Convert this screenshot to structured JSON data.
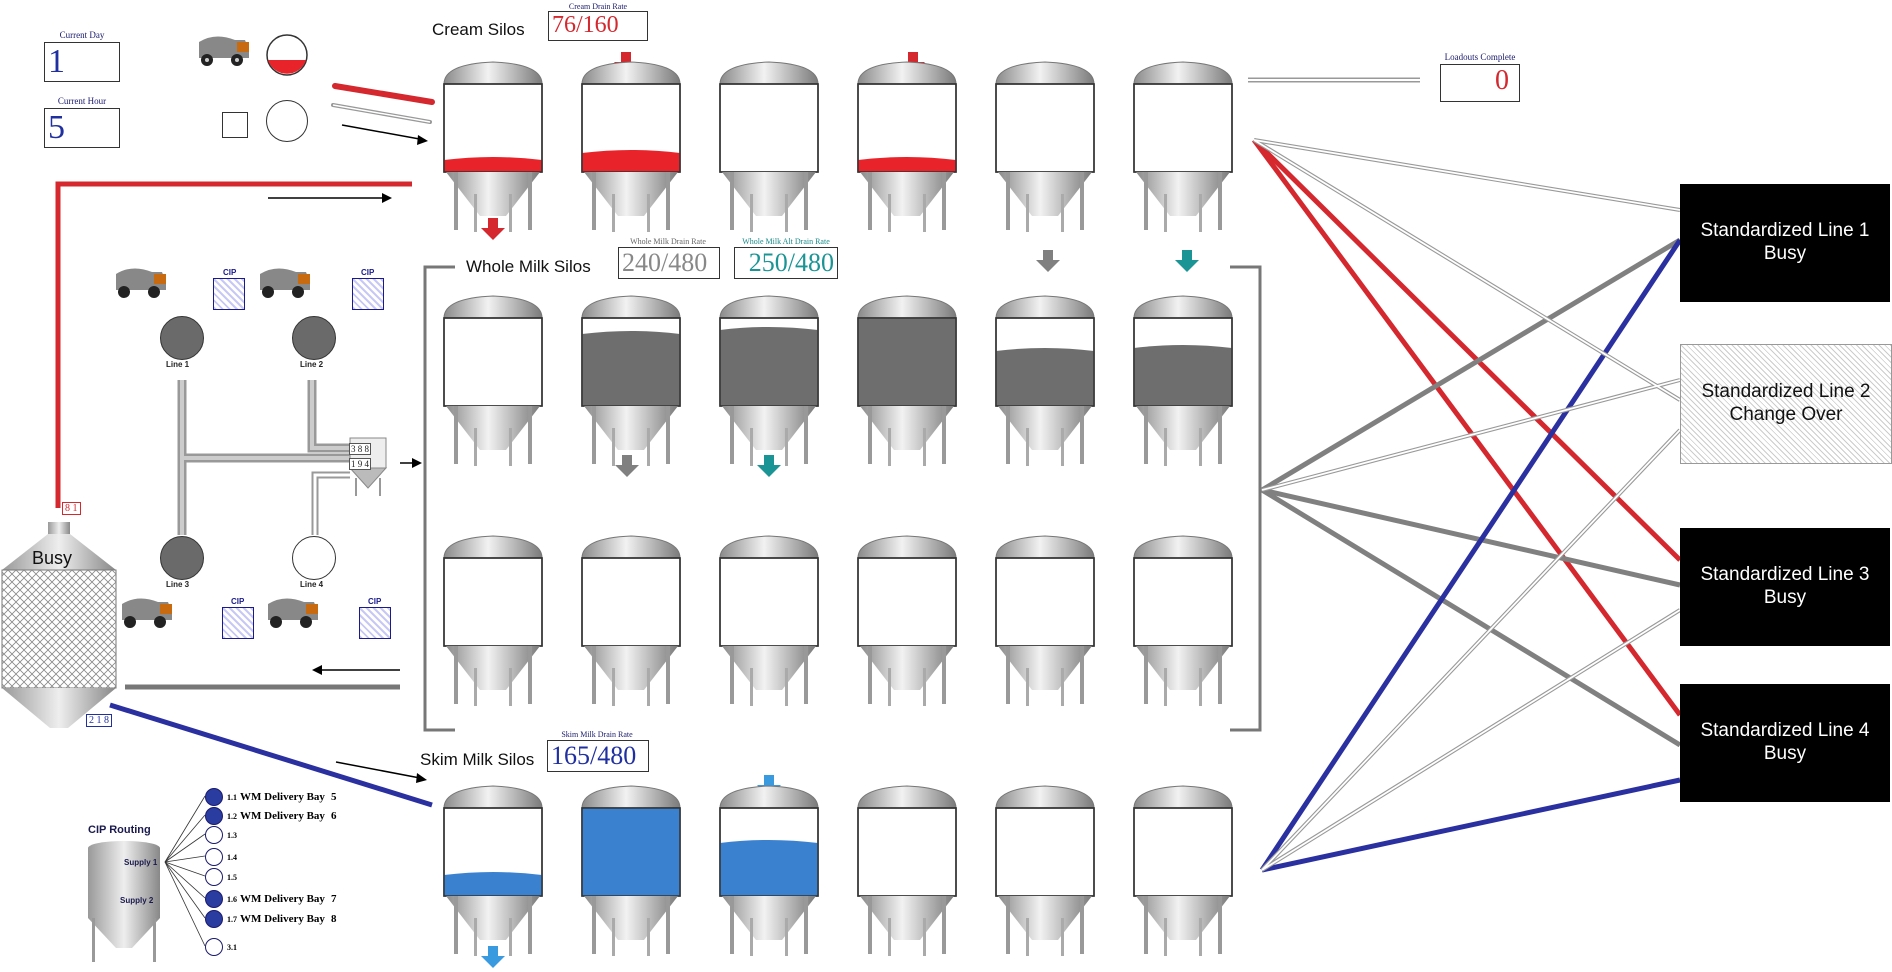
{
  "status": {
    "current_day_label": "Current Day",
    "current_day": "1",
    "current_hour_label": "Current Hour",
    "current_hour": "5",
    "loadouts_label": "Loadouts Complete",
    "loadouts": "0"
  },
  "cream": {
    "title": "Cream Silos",
    "drain_label": "Cream Drain Rate",
    "drain_rate": "76/160",
    "fill_levels": [
      0.14,
      0.22,
      0,
      0.14,
      0,
      0
    ],
    "color": "#e8232a"
  },
  "whole_milk": {
    "title": "Whole Milk Silos",
    "drain_label": "Whole Milk Drain Rate",
    "drain_rate": "240/480",
    "alt_drain_label": "Whole Milk Alt Drain Rate",
    "alt_drain_rate": "250/480",
    "row1_fill_levels": [
      0,
      0.82,
      0.86,
      1.0,
      0.62,
      0.66
    ],
    "row2_fill_levels": [
      0,
      0,
      0,
      0,
      0,
      0
    ],
    "color": "#6e6e6e"
  },
  "skim": {
    "title": "Skim Milk Silos",
    "drain_label": "Skim Milk Drain Rate",
    "drain_rate": "165/480",
    "fill_levels": [
      0.24,
      1.0,
      0.6,
      0,
      0,
      0
    ],
    "color": "#3a82d0"
  },
  "receiving": {
    "lines": [
      "Line 1",
      "Line 2",
      "Line 3",
      "Line 4"
    ],
    "cip_label": "CIP",
    "busy_label": "Busy",
    "red_counter": "8 1",
    "blue_counter": "2 1 8",
    "counter_rows": [
      "3 8 8",
      "1 9 4"
    ]
  },
  "standardized_lines": [
    {
      "name": "Standardized Line 1",
      "status": "Busy"
    },
    {
      "name": "Standardized Line 2",
      "status": "Change Over"
    },
    {
      "name": "Standardized Line 3",
      "status": "Busy"
    },
    {
      "name": "Standardized Line 4",
      "status": "Busy"
    }
  ],
  "cip_routing": {
    "title": "CIP Routing",
    "supply1": "Supply 1",
    "supply2": "Supply 2",
    "items": [
      {
        "id": "1.1",
        "label": "WM Delivery Bay",
        "num": "5",
        "active": true
      },
      {
        "id": "1.2",
        "label": "WM Delivery Bay",
        "num": "6",
        "active": true
      },
      {
        "id": "1.3",
        "label": "",
        "num": "",
        "active": false
      },
      {
        "id": "1.4",
        "label": "",
        "num": "",
        "active": false
      },
      {
        "id": "1.5",
        "label": "",
        "num": "",
        "active": false
      },
      {
        "id": "1.6",
        "label": "WM Delivery Bay",
        "num": "7",
        "active": true
      },
      {
        "id": "1.7",
        "label": "WM Delivery Bay",
        "num": "8",
        "active": true
      },
      {
        "id": "3.1",
        "label": "",
        "num": "",
        "active": false
      }
    ]
  }
}
